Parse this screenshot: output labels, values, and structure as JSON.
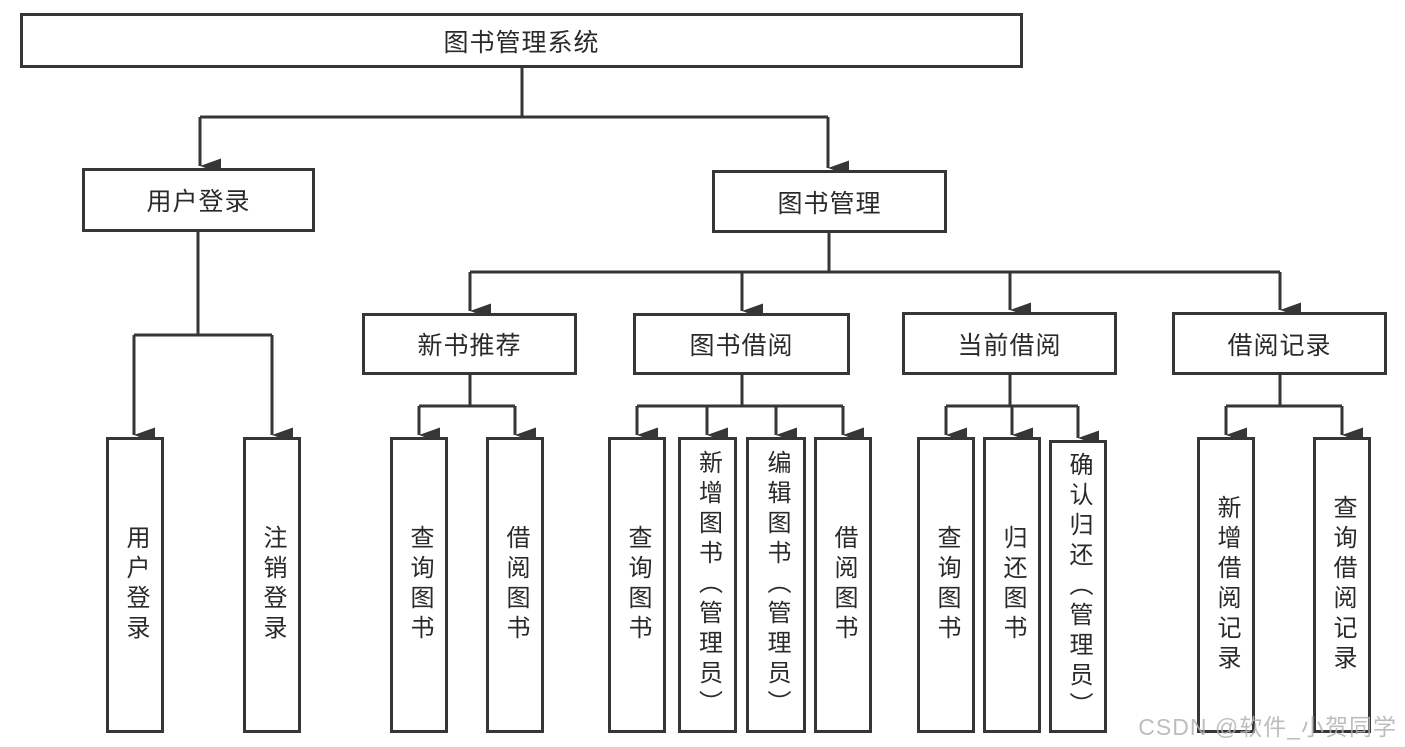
{
  "tree": {
    "root": {
      "label": "图书管理系统",
      "children": [
        {
          "label": "用户登录",
          "children": [
            {
              "label": "用户登录"
            },
            {
              "label": "注销登录"
            }
          ]
        },
        {
          "label": "图书管理",
          "children": [
            {
              "label": "新书推荐",
              "children": [
                {
                  "label": "查询图书"
                },
                {
                  "label": "借阅图书"
                }
              ]
            },
            {
              "label": "图书借阅",
              "children": [
                {
                  "label": "查询图书"
                },
                {
                  "label": "新增图书（管理员）"
                },
                {
                  "label": "编辑图书（管理员）"
                },
                {
                  "label": "借阅图书"
                }
              ]
            },
            {
              "label": "当前借阅",
              "children": [
                {
                  "label": "查询图书"
                },
                {
                  "label": "归还图书"
                },
                {
                  "label": "确认归还（管理员）"
                }
              ]
            },
            {
              "label": "借阅记录",
              "children": [
                {
                  "label": "新增借阅记录"
                },
                {
                  "label": "查询借阅记录"
                }
              ]
            }
          ]
        }
      ]
    }
  },
  "watermark": {
    "text": "CSDN @软件_小贺同学"
  },
  "colors": {
    "background": "#ffffff",
    "line": "#363636",
    "border": "#363636",
    "text": "#2a2a2a",
    "watermark": "#b2b2b2"
  }
}
